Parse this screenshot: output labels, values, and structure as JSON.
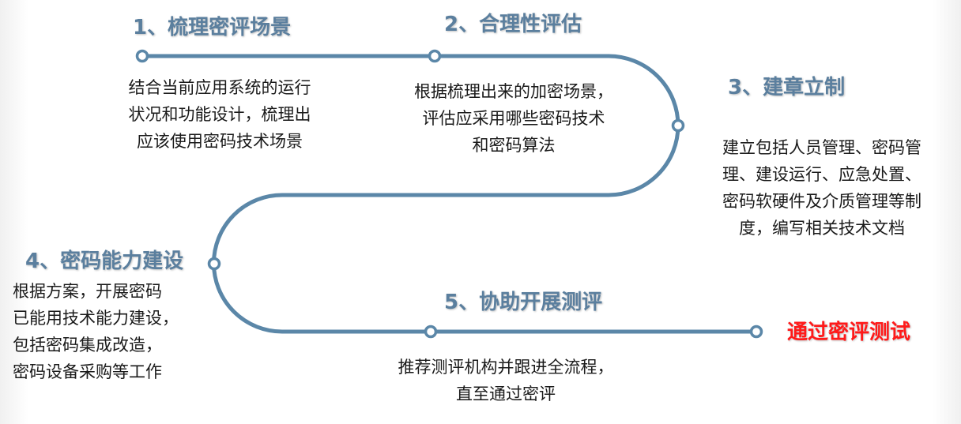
{
  "steps": [
    {
      "title": "1、梳理密评场景",
      "lines": [
        "结合当前应用系统的运行",
        "状况和功能设计，梳理出",
        "应该使用密码技术场景"
      ]
    },
    {
      "title": "2、合理性评估",
      "lines": [
        "根据梳理出来的加密场景，",
        "评估应采用哪些密码技术",
        "和密码算法"
      ]
    },
    {
      "title": "3、建章立制",
      "lines": [
        "建立包括人员管理、密码管",
        "理、建设运行、应急处置、",
        "密码软硬件及介质管理等制",
        "度，编写相关技术文档"
      ]
    },
    {
      "title": "4、密码能力建设",
      "lines": [
        "根据方案，开展密码",
        "已能用技术能力建设，",
        "包括密码集成改造，",
        "密码设备采购等工作"
      ]
    },
    {
      "title": "5、协助开展测评",
      "lines": [
        "推荐测评机构并跟进全流程，",
        "直至通过密评"
      ]
    }
  ],
  "final": {
    "title": "通过密评测试"
  },
  "colors": {
    "path": "#5b87a8",
    "title": "#5b7f9e",
    "final": "#ff1a1a"
  }
}
